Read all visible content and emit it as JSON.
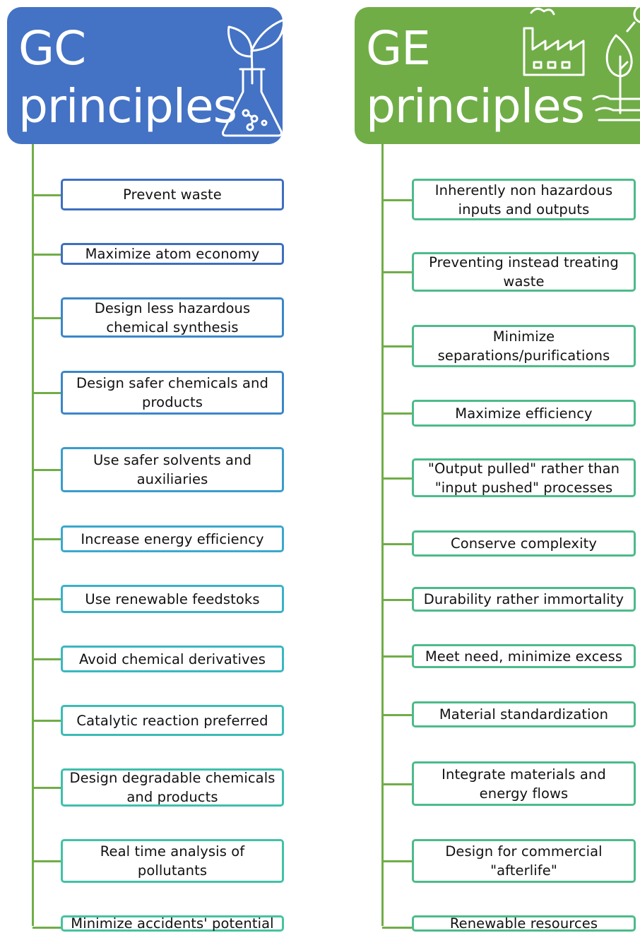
{
  "colors": {
    "gc_header": "#4472c4",
    "ge_header": "#70ad47",
    "connector": "#70ad47",
    "ge_box_border": "#4cbb8a"
  },
  "gc": {
    "title_line1": "GC",
    "title_line2": "principles",
    "icon": "flask-with-plant-icon",
    "border_colors": [
      "#3e6fc0",
      "#3e6fc0",
      "#3b86c8",
      "#3b86c8",
      "#3a9ccc",
      "#39a8cd",
      "#39b2c8",
      "#39b7c0",
      "#3bbcb6",
      "#3ebfae",
      "#42c2a6",
      "#45c39f"
    ],
    "items": [
      "Prevent waste",
      "Maximize atom economy",
      "Design less hazardous\nchemical synthesis",
      "Design safer chemicals and\nproducts",
      "Use safer solvents and\nauxiliaries",
      "Increase energy efficiency",
      "Use renewable feedstoks",
      "Avoid chemical derivatives",
      "Catalytic reaction preferred",
      "Design degradable chemicals\nand products",
      "Real time analysis of\npollutants",
      "Minimize accidents' potential"
    ]
  },
  "ge": {
    "title_line1": "GE",
    "title_line2": "principles",
    "icon": "factory-and-plant-icon",
    "items": [
      "Inherently non hazardous\ninputs and outputs",
      "Preventing instead treating\nwaste",
      "Minimize\nseparations/purifications",
      "Maximize efficiency",
      "\"Output pulled\" rather than\n\"input pushed\" processes",
      "Conserve complexity",
      "Durability rather immortality",
      "Meet need, minimize excess",
      "Material standardization",
      "Integrate materials and\nenergy flows",
      "Design for commercial\n\"afterlife\"",
      "Renewable resources"
    ]
  }
}
